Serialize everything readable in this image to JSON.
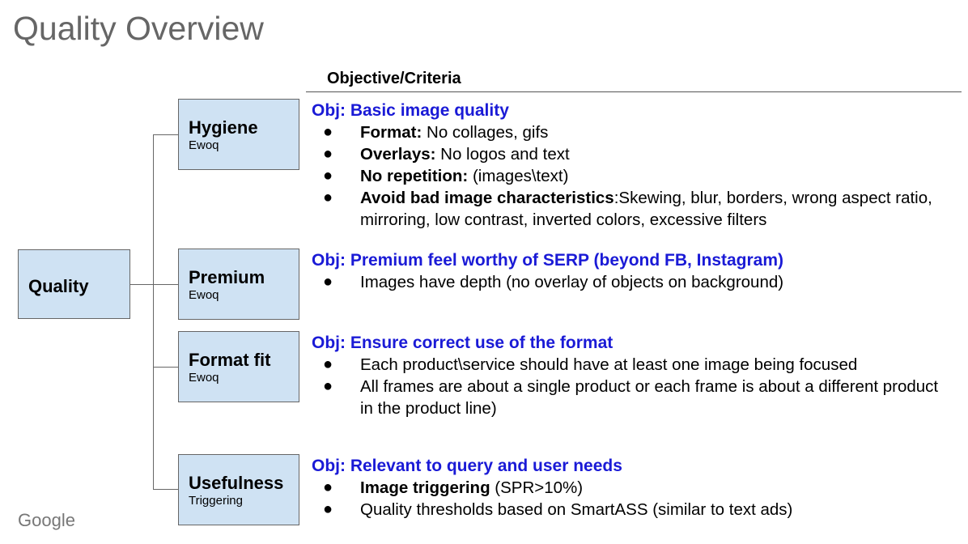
{
  "title": "Quality Overview",
  "header": "Objective/Criteria",
  "root": {
    "name": "Quality"
  },
  "branches": [
    {
      "name": "Hygiene",
      "sub": "Ewoq",
      "objective": "Obj: Basic image quality",
      "bullets": [
        {
          "bold": "Format:",
          "text": " No collages, gifs"
        },
        {
          "bold": "Overlays:",
          "text": " No logos and text"
        },
        {
          "bold": "No repetition:",
          "text": " (images\\text)"
        },
        {
          "bold": "Avoid bad image characteristics",
          "text": ":Skewing, blur, borders, wrong aspect ratio, mirroring, low contrast, inverted colors, excessive filters"
        }
      ]
    },
    {
      "name": "Premium",
      "sub": "Ewoq",
      "objective": "Obj: Premium feel worthy of SERP (beyond FB, Instagram)",
      "bullets": [
        {
          "bold": "",
          "text": "Images have depth (no overlay of objects on background)"
        }
      ]
    },
    {
      "name": "Format fit",
      "sub": "Ewoq",
      "objective": "Obj: Ensure correct use of the format",
      "bullets": [
        {
          "bold": "",
          "text": "Each product\\service should have at least one image being focused"
        },
        {
          "bold": "",
          "text": "All frames are about a single product or each frame is about a different product in the product line)"
        }
      ]
    },
    {
      "name": "Usefulness",
      "sub": "Triggering",
      "objective": "Obj: Relevant to query and user needs",
      "bullets": [
        {
          "bold": "Image triggering",
          "text": " (SPR>10%)"
        },
        {
          "bold": "",
          "text": "Quality thresholds based on SmartASS (similar to text ads)"
        }
      ]
    }
  ],
  "bullet_glyph": "●",
  "footer_logo": "Google"
}
